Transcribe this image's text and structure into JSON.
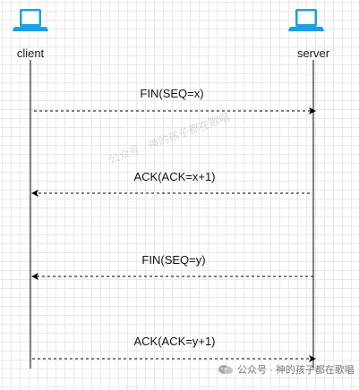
{
  "actors": {
    "client": {
      "label": "client",
      "icon": "laptop-icon"
    },
    "server": {
      "label": "server",
      "icon": "laptop-icon"
    }
  },
  "messages": [
    {
      "label": "FIN(SEQ=x)",
      "direction": "client-to-server"
    },
    {
      "label": "ACK(ACK=x+1)",
      "direction": "server-to-client"
    },
    {
      "label": "FIN(SEQ=y)",
      "direction": "server-to-client"
    },
    {
      "label": "ACK(ACK=y+1)",
      "direction": "client-to-server"
    }
  ],
  "watermark": {
    "center_text": "公众号 · 神的孩子都在歌唱",
    "footer_text": "公众号 · 神的孩子都在歌唱"
  },
  "colors": {
    "icon": "#1ba1e2",
    "line": "#000000",
    "grid": "#e9e9e9"
  }
}
